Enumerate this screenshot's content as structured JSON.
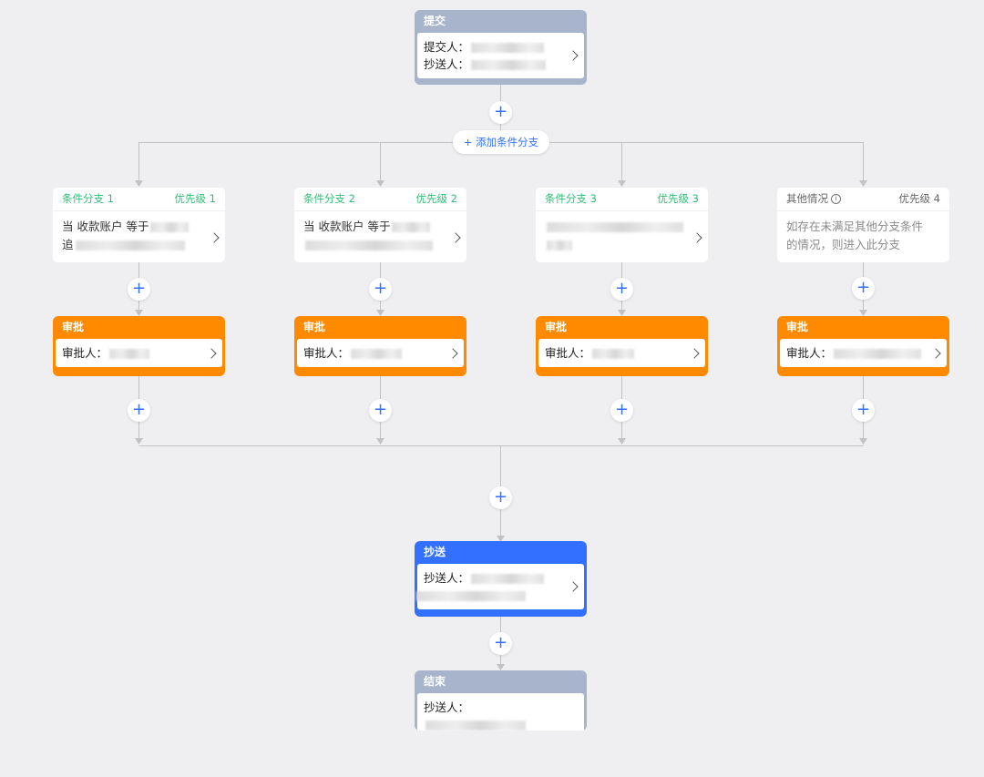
{
  "submit_node": {
    "title": "提交",
    "submitter_label": "提交人：",
    "cc_label": "抄送人："
  },
  "add_branch_label": "添加条件分支",
  "branches": [
    {
      "name": "条件分支 1",
      "priority": "优先级 1",
      "line1": "当 收款账户 等于",
      "line2": "追"
    },
    {
      "name": "条件分支 2",
      "priority": "优先级 2",
      "line1": "当 收款账户 等于",
      "line2": ""
    },
    {
      "name": "条件分支 3",
      "priority": "优先级 3",
      "line1": "",
      "line2": ""
    },
    {
      "name": "其他情况",
      "priority": "优先级 4",
      "line1": "如存在未满足其他分支条件",
      "line2": "的情况，则进入此分支"
    }
  ],
  "approval_nodes": [
    {
      "title": "审批",
      "label": "审批人："
    },
    {
      "title": "审批",
      "label": "审批人："
    },
    {
      "title": "审批",
      "label": "审批人："
    },
    {
      "title": "审批",
      "label": "审批人："
    }
  ],
  "cc_node": {
    "title": "抄送",
    "label": "抄送人："
  },
  "end_node": {
    "title": "结束",
    "label": "抄送人："
  },
  "plus_symbol": "+",
  "icons": [
    "plus-icon",
    "chevron-right-icon",
    "info-icon"
  ],
  "colors": {
    "background": "#efeff2",
    "gray_header": "#a8b4cc",
    "approval": "#ff8a00",
    "cc": "#3370ff",
    "green": "#2ebf76",
    "accent": "#3370ff"
  }
}
